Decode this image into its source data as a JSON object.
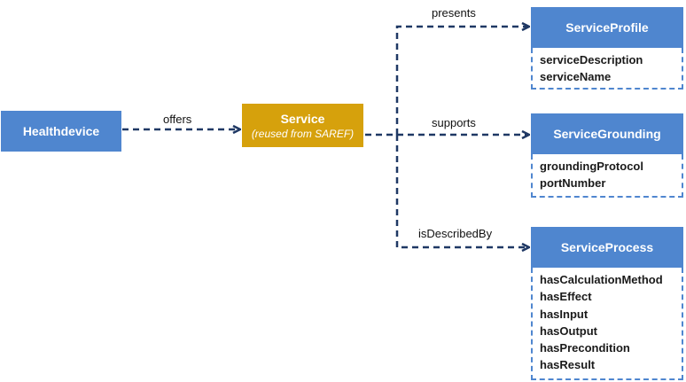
{
  "nodes": {
    "healthdevice": {
      "label": "Healthdevice"
    },
    "service": {
      "label": "Service",
      "note": "(reused from SAREF)"
    },
    "service_profile": {
      "label": "ServiceProfile",
      "attributes": [
        "serviceDescription",
        "serviceName"
      ]
    },
    "service_grounding": {
      "label": "ServiceGrounding",
      "attributes": [
        "groundingProtocol",
        "portNumber"
      ]
    },
    "service_process": {
      "label": "ServiceProcess",
      "attributes": [
        "hasCalculationMethod",
        "hasEffect",
        "hasInput",
        "hasOutput",
        "hasPrecondition",
        "hasResult"
      ]
    }
  },
  "edges": {
    "offers": "offers",
    "presents": "presents",
    "supports": "supports",
    "is_described_by": "isDescribedBy"
  },
  "colors": {
    "class_box": "#4f86cf",
    "reused_box": "#d6a10c",
    "arrow": "#1f3864"
  }
}
